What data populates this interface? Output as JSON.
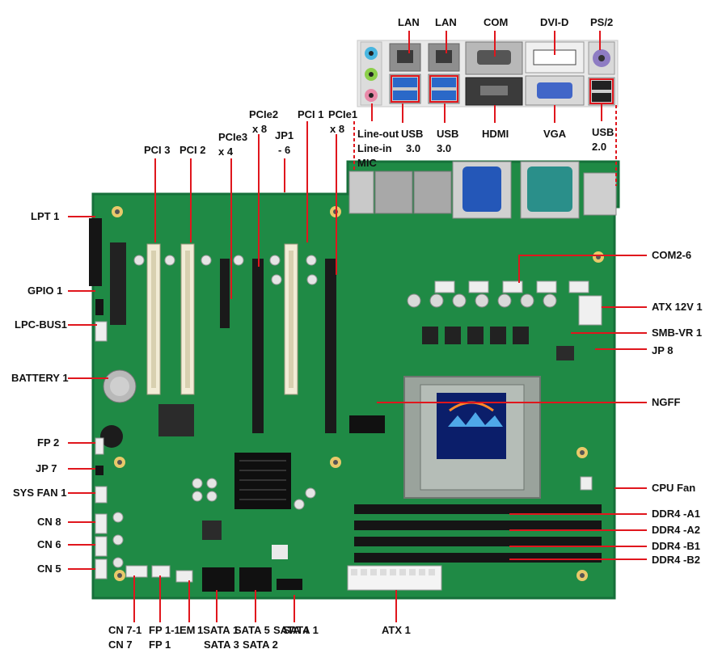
{
  "labels": {
    "lan_a": "LAN",
    "lan_b": "LAN",
    "com": "COM",
    "dvi": "DVI-D",
    "ps2": "PS/2",
    "line_out": "Line-out",
    "line_in": "Line-in",
    "mic": "MIC",
    "usb30_a1": "USB",
    "usb30_a2": "3.0",
    "usb30_b1": "USB",
    "usb30_b2": "3.0",
    "hdmi": "HDMI",
    "vga": "VGA",
    "usb20_1": "USB",
    "usb20_2": "2.0",
    "pci3": "PCI 3",
    "pci2": "PCI 2",
    "pcie3_1": "PCIe3",
    "pcie3_2": "x 4",
    "pcie2_1": "PCIe2",
    "pcie2_2": "x 8",
    "jp1_1": "JP1",
    "jp1_2": "- 6",
    "pci1": "PCI 1",
    "pcie1_1": "PCIe1",
    "pcie1_2": "x 8",
    "lpt1": "LPT 1",
    "gpio1": "GPIO 1",
    "lpcbus1": "LPC-BUS1",
    "battery1": "BATTERY 1",
    "fp2": "FP 2",
    "jp7": "JP 7",
    "sysfan1": "SYS FAN 1",
    "cn8": "CN 8",
    "cn6": "CN 6",
    "cn5": "CN 5",
    "com26": "COM2-6",
    "atx12v": "ATX 12V 1",
    "smbvr1": "SMB-VR 1",
    "jp8": "JP 8",
    "ngff": "NGFF",
    "cpufan": "CPU Fan",
    "ddr_a1": "DDR4 -A1",
    "ddr_a2": "DDR4 -A2",
    "ddr_b1": "DDR4 -B1",
    "ddr_b2": "DDR4 -B2",
    "cn71": "CN 7-1",
    "cn7": "CN 7",
    "fp11": "FP 1-1",
    "fp1": "FP 1",
    "em": "EM",
    "sata1": "1SATA 1",
    "sata5": "SATA 5",
    "sata3": "SATA 3",
    "sata4": "SATA 4",
    "sata2": "SATA 2",
    "sata1b": "SATA 1",
    "atx1": "ATX 1"
  },
  "colors": {
    "pcb": "#1f8a45",
    "pcb_dark": "#16703a",
    "leader": "#e0161d",
    "socket": "#9aa39c",
    "dimm": "#151515",
    "slot_pci": "#f2ecd6",
    "slot_pcie": "#1a1a1a",
    "vga_blue": "#2457b8",
    "com_teal": "#2a8f8a"
  }
}
